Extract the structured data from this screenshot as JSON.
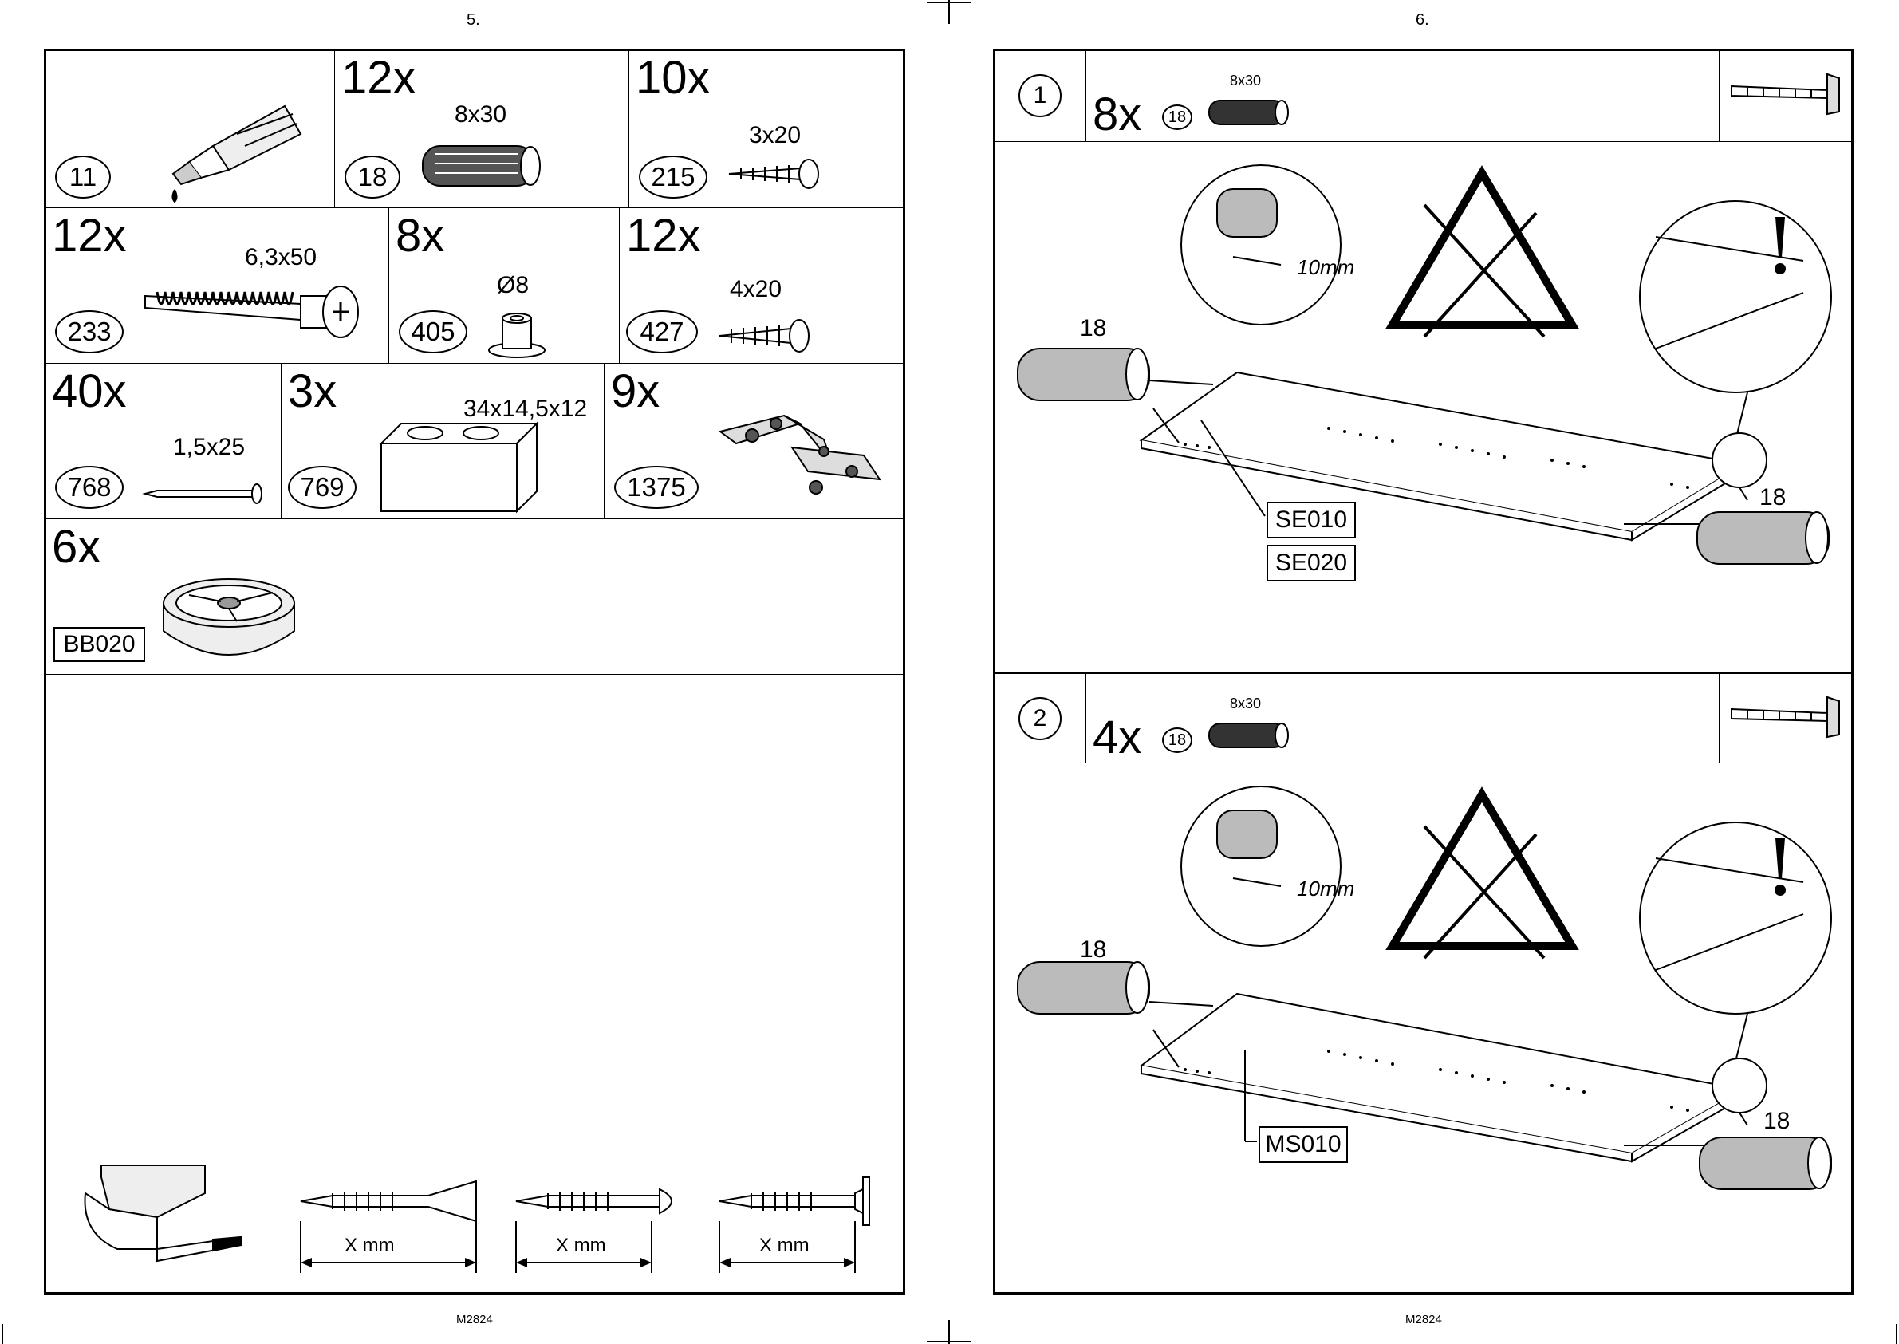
{
  "left_page": {
    "page_number": "5.",
    "footer": "M2824",
    "parts": [
      {
        "qty": "",
        "code": "11",
        "size": "",
        "icon": "glue-tube-icon"
      },
      {
        "qty": "12x",
        "code": "18",
        "size": "8x30",
        "icon": "wooden-dowel-icon"
      },
      {
        "qty": "10x",
        "code": "215",
        "size": "3x20",
        "icon": "wood-screw-icon"
      },
      {
        "qty": "12x",
        "code": "233",
        "size": "6,3x50",
        "icon": "confirmat-screw-icon"
      },
      {
        "qty": "8x",
        "code": "405",
        "size": "Ø8",
        "icon": "shelf-support-icon"
      },
      {
        "qty": "12x",
        "code": "427",
        "size": "4x20",
        "icon": "wood-screw-icon"
      },
      {
        "qty": "40x",
        "code": "768",
        "size": "1,5x25",
        "icon": "nail-icon"
      },
      {
        "qty": "3x",
        "code": "769",
        "size": "34x14,5x12",
        "icon": "connector-block-icon"
      },
      {
        "qty": "9x",
        "code": "1375",
        "size": "",
        "icon": "cabinet-hinge-icon"
      },
      {
        "qty": "6x",
        "code": "BB020",
        "size": "",
        "icon": "furniture-foot-icon"
      }
    ],
    "screw_gauge": {
      "label": "X mm"
    }
  },
  "right_page": {
    "page_number": "6.",
    "footer": "M2824",
    "steps": [
      {
        "number": "1",
        "qty": "8x",
        "part": "18",
        "size": "8x30",
        "dowel_label": "18",
        "depth": "10mm",
        "warning": "!",
        "panels": [
          "SE010",
          "SE020"
        ]
      },
      {
        "number": "2",
        "qty": "4x",
        "part": "18",
        "size": "8x30",
        "dowel_label": "18",
        "depth": "10mm",
        "warning": "!",
        "panels": [
          "MS010"
        ]
      }
    ]
  }
}
